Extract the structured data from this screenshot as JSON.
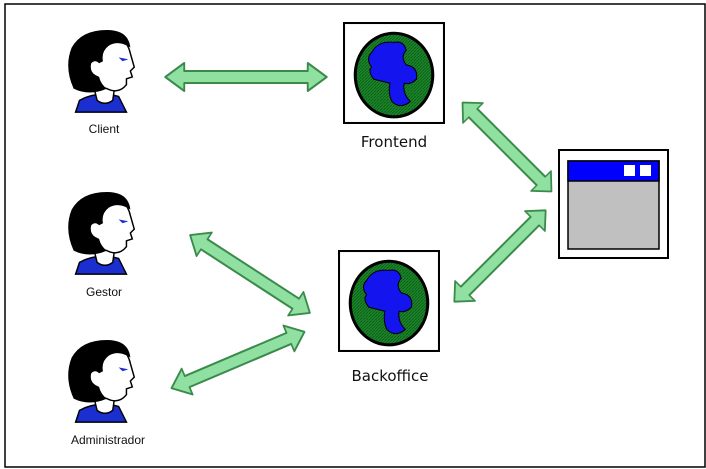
{
  "actors": {
    "client": "Client",
    "gestor": "Gestor",
    "administrador": "Administrador"
  },
  "nodes": {
    "frontend": "Frontend",
    "backoffice": "Backoffice"
  },
  "icons": {
    "person": "person-icon",
    "globe": "globe-icon",
    "window": "application-window-icon"
  },
  "colors": {
    "arrow_fill": "#8fe0a1",
    "arrow_stroke": "#3a8a4c",
    "globe_land": "#1414ee",
    "globe_sea": "#1a8a2a",
    "window_title": "#0000ff",
    "window_body": "#c0c0c0"
  }
}
